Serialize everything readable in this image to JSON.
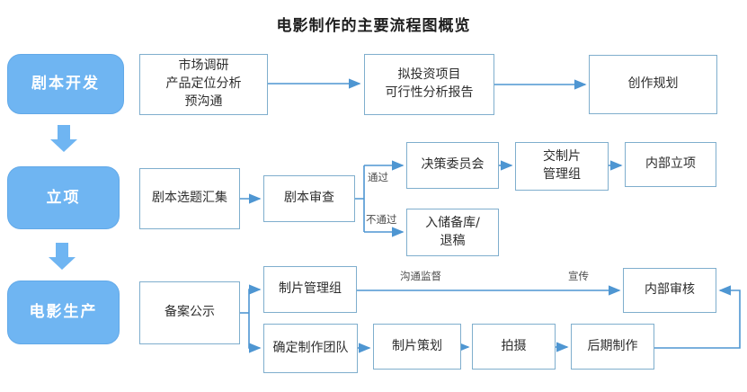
{
  "title": "电影制作的主要流程图概览",
  "colors": {
    "stage_fill": "#6FB5F2",
    "connector_blue": "#4E96D2",
    "box_border": "#7FAECD"
  },
  "stages": {
    "script_development": {
      "label": "剧本开发"
    },
    "project_initiation": {
      "label": "立项"
    },
    "film_production": {
      "label": "电影生产"
    }
  },
  "nodes": {
    "market_research": {
      "label": "市场调研\n产品定位分析\n预沟通"
    },
    "feasibility_report": {
      "label": "拟投资项目\n可行性分析报告"
    },
    "creative_planning": {
      "label": "创作规划"
    },
    "script_topic_collection": {
      "label": "剧本选题汇集"
    },
    "script_review": {
      "label": "剧本审查"
    },
    "decision_committee": {
      "label": "决策委员会"
    },
    "handover_production_mgmt": {
      "label": "交制片\n管理组"
    },
    "internal_initiation": {
      "label": "内部立项"
    },
    "reserve_or_reject": {
      "label": "入储备库/\n退稿"
    },
    "record_publicity": {
      "label": "备案公示"
    },
    "production_mgmt_group": {
      "label": "制片管理组"
    },
    "internal_review": {
      "label": "内部审核"
    },
    "confirm_production_team": {
      "label": "确定制作团队"
    },
    "production_planning": {
      "label": "制片策划"
    },
    "shooting": {
      "label": "拍摄"
    },
    "post_production": {
      "label": "后期制作"
    }
  },
  "edge_labels": {
    "pass": "通过",
    "fail": "不通过",
    "supervision": "沟通监督",
    "publicity": "宣传"
  }
}
